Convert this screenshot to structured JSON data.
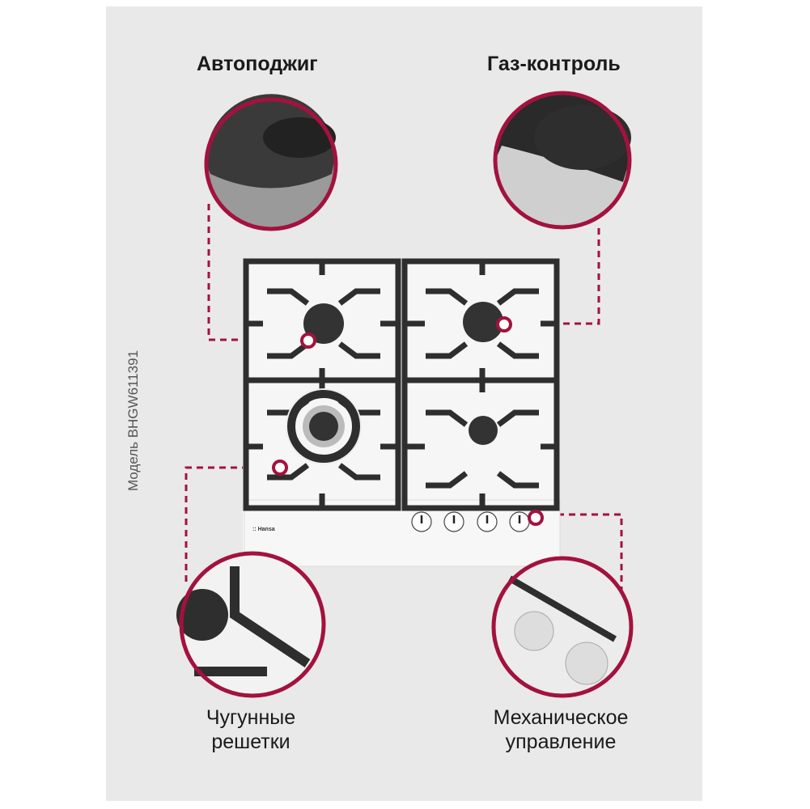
{
  "features": {
    "top_left": "Автоподжиг",
    "top_right": "Газ-контроль",
    "bottom_left_line1": "Чугунные",
    "bottom_left_line2": "решетки",
    "bottom_right_line1": "Механическое",
    "bottom_right_line2": "управление"
  },
  "model_label": "Модель BHGW611391",
  "brand": "Hansa",
  "colors": {
    "accent": "#a3123f",
    "background": "#e9e9e9",
    "grate": "#2e2e2e"
  }
}
